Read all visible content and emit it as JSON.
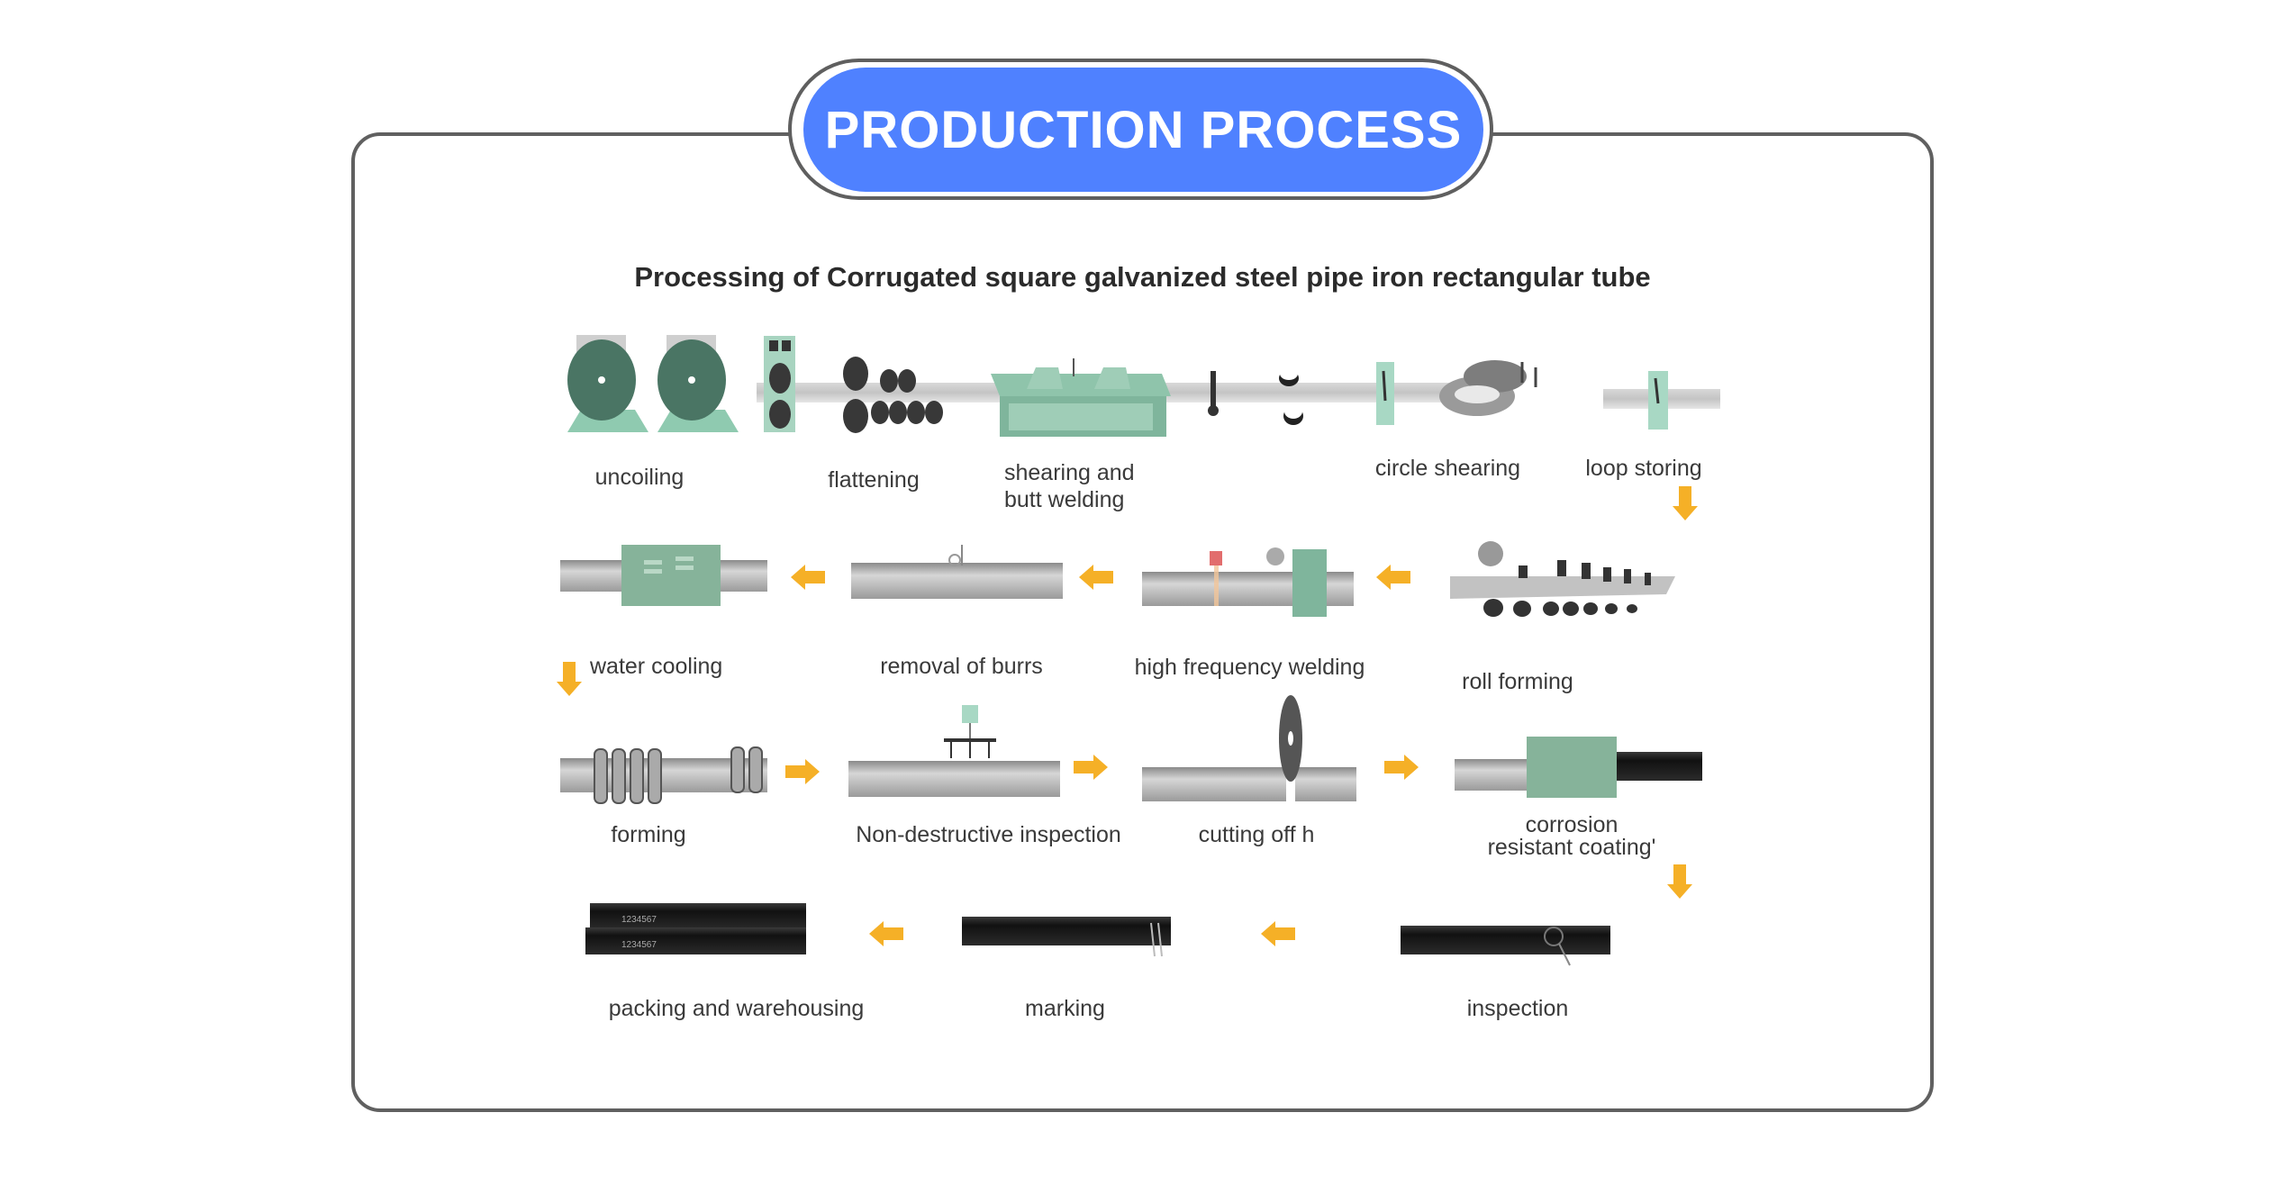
{
  "header": {
    "title": "PRODUCTION PROCESS"
  },
  "diagram": {
    "subtitle": "Processing of Corrugated square galvanized steel pipe iron rectangular tube",
    "colors": {
      "accent_blue": "#4f81ff",
      "arrow": "#f5b027",
      "machine_green": "#8fbfa3",
      "coil_green": "#4a7564",
      "steel": "#b9b9b9",
      "coated_tube": "#1f1f1f"
    },
    "flow_direction": [
      "right",
      "left",
      "right",
      "left"
    ],
    "steps": [
      {
        "order": 1,
        "label": "uncoiling",
        "icon": "coil-uncoiler-icon"
      },
      {
        "order": 2,
        "label": "flattening",
        "icon": "flattening-rollers-icon"
      },
      {
        "order": 3,
        "label_lines": [
          "shearing and",
          "butt welding"
        ],
        "icon": "shear-welder-icon"
      },
      {
        "order": 4,
        "label": "circle shearing",
        "icon": "circle-shear-icon"
      },
      {
        "order": 5,
        "label": "loop storing",
        "icon": "loop-storage-icon"
      },
      {
        "order": 6,
        "label": "roll forming",
        "icon": "roll-forming-icon"
      },
      {
        "order": 7,
        "label": "high frequency welding",
        "icon": "hf-welder-icon"
      },
      {
        "order": 8,
        "label": "removal of burrs",
        "icon": "deburring-icon"
      },
      {
        "order": 9,
        "label": "water cooling",
        "icon": "water-cooling-icon"
      },
      {
        "order": 10,
        "label": "forming",
        "icon": "sizing-rollers-icon"
      },
      {
        "order": 11,
        "label": "Non-destructive inspection",
        "icon": "ndt-probe-icon"
      },
      {
        "order": 12,
        "label": "cutting off h",
        "icon": "saw-blade-icon"
      },
      {
        "order": 13,
        "label_lines": [
          "corrosion",
          "resistant coating'"
        ],
        "icon": "coating-box-icon"
      },
      {
        "order": 14,
        "label": "inspection",
        "icon": "inspection-icon"
      },
      {
        "order": 15,
        "label": "marking",
        "icon": "marking-icon"
      },
      {
        "order": 16,
        "label": "packing and warehousing",
        "icon": "tube-bundle-icon"
      }
    ]
  }
}
